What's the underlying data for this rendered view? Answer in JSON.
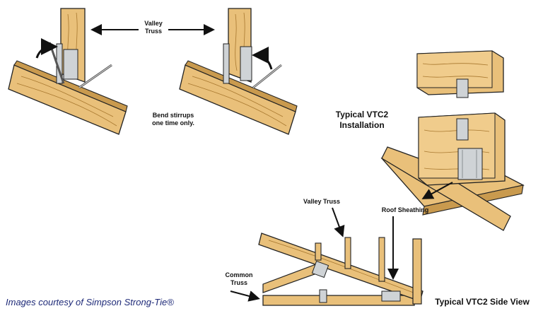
{
  "labels": {
    "valley_truss_top": "Valley\nTruss",
    "bend_note": "Bend stirrups\none time only.",
    "typical_installation": "Typical VTC2\nInstallation",
    "valley_truss_bottom": "Valley Truss",
    "roof_sheathing": "Roof Sheathing",
    "common_truss": "Common\nTruss",
    "side_view": "Typical VTC2 Side View"
  },
  "credit": "Images courtesy of Simpson Strong-Tie®",
  "colors": {
    "wood": "#e9c07a",
    "wood_dark": "#c99a4e",
    "wood_grain": "#a8782f",
    "metal": "#cfd3d6",
    "outline": "#222222"
  }
}
